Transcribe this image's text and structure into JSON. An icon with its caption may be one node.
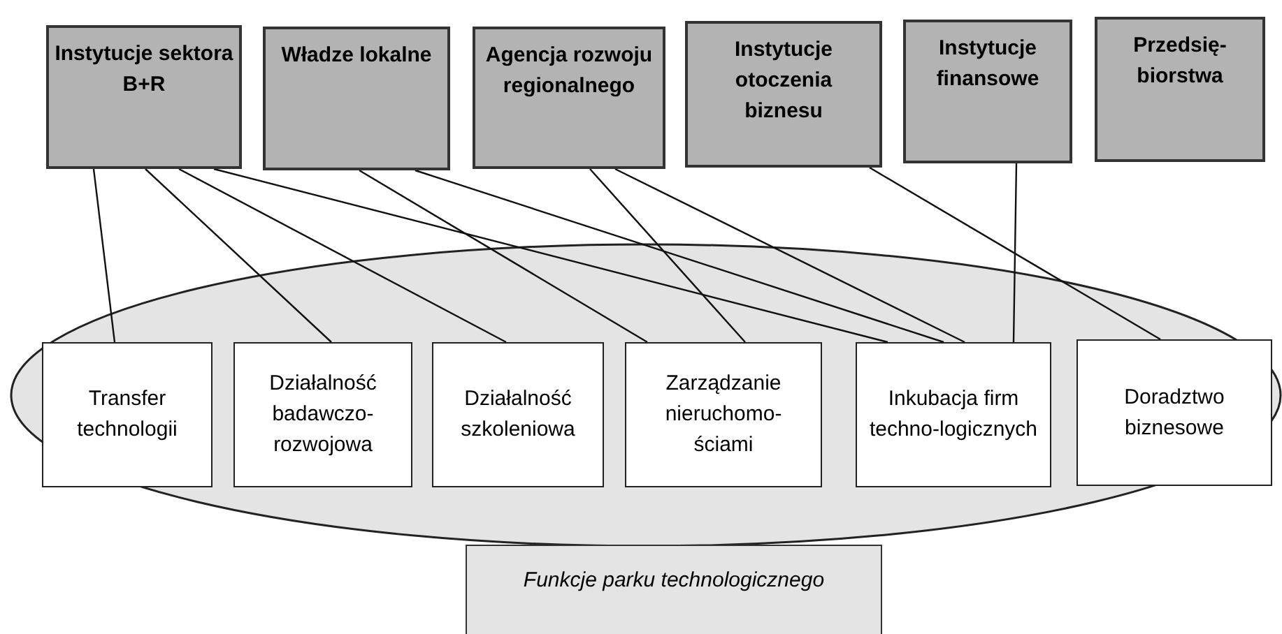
{
  "diagram": {
    "nodes": [
      {
        "text": [
          "Instytucje sektora B+R"
        ]
      },
      {
        "text": [
          "Władze lokalne"
        ]
      },
      {
        "text": [
          "Agencja rozwoju regionalnego"
        ]
      },
      {
        "text": [
          "Instytucje otoczenia biznesu"
        ]
      },
      {
        "text": [
          "Instytucje finansowe"
        ]
      },
      {
        "text": [
          "Przedsię-biorstwa"
        ]
      },
      {
        "text": [
          "Transfer technologii"
        ]
      },
      {
        "text": [
          "Działalność badawczo-rozwojowa"
        ]
      },
      {
        "text": [
          "Działalność szkoleniowa"
        ]
      },
      {
        "text": [
          "Zarządzanie nieruchomo-ściami"
        ]
      },
      {
        "text": [
          "Inkubacja firm techno-logicznych"
        ]
      },
      {
        "text": [
          "Doradztwo biznesowe"
        ]
      },
      {
        "text": [
          "Funkcje parku technologicznego"
        ]
      }
    ],
    "edges": [
      {
        "from": 0,
        "to": 6,
        "arrow": "none"
      },
      {
        "from": 0,
        "to": 7,
        "arrow": "none"
      },
      {
        "from": 0,
        "to": 8,
        "arrow": "none"
      },
      {
        "from": 0,
        "to": 10,
        "arrow": "none"
      },
      {
        "from": 1,
        "to": 9,
        "arrow": "none"
      },
      {
        "from": 1,
        "to": 10,
        "arrow": "none"
      },
      {
        "from": 2,
        "to": 9,
        "arrow": "none"
      },
      {
        "from": 2,
        "to": 10,
        "arrow": "none"
      },
      {
        "from": 3,
        "to": 11,
        "arrow": "none"
      },
      {
        "from": 4,
        "to": 10,
        "arrow": "none"
      }
    ]
  }
}
